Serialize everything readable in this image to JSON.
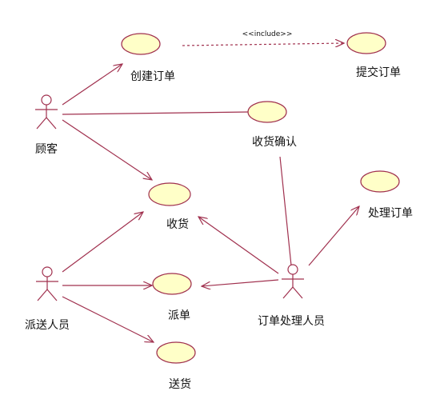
{
  "colors": {
    "background": "#ffffff",
    "line": "#a0304e",
    "usecase_fill": "#ffffc8",
    "usecase_stroke": "#a0304e",
    "actor_stroke": "#a0304e",
    "text": "#111111"
  },
  "actors": {
    "customer": "顾客",
    "delivery_staff": "派送人员",
    "order_processor": "订单处理人员"
  },
  "use_cases": {
    "create_order": "创建订单",
    "submit_order": "提交订单",
    "confirm_receipt": "收货确认",
    "process_order": "处理订单",
    "receive_goods": "收货",
    "dispatch_order": "派单",
    "deliver_goods": "送货"
  },
  "relationships": {
    "include_label": "<<include>>"
  }
}
